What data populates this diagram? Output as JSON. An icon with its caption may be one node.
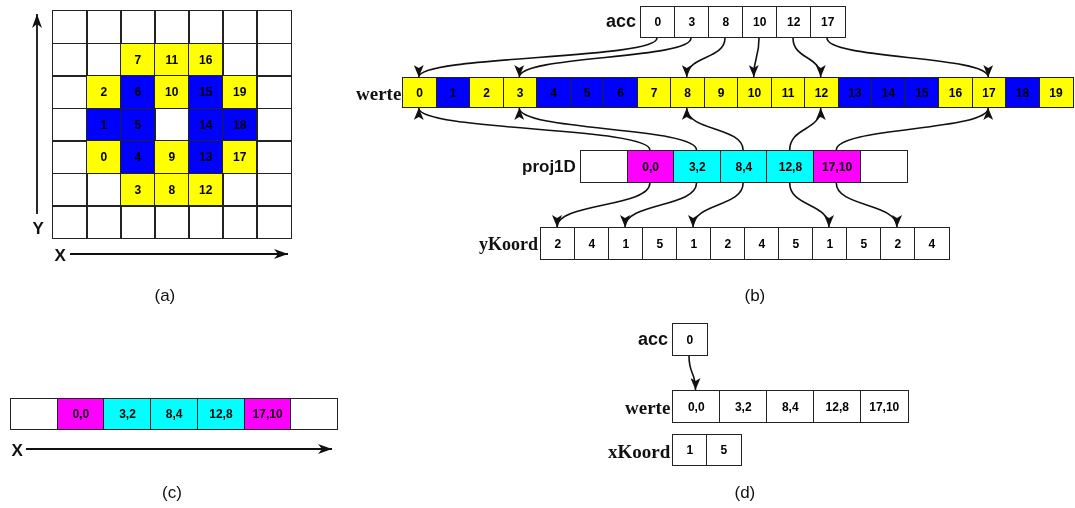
{
  "diagram": {
    "nodes": [
      {
        "text": [
          "0"
        ]
      },
      {
        "text": [
          "3"
        ]
      },
      {
        "text": [
          "8"
        ]
      },
      {
        "text": [
          "10"
        ]
      },
      {
        "text": [
          "12"
        ]
      },
      {
        "text": [
          "17"
        ]
      },
      {
        "text": [
          "0"
        ]
      },
      {
        "text": [
          "1"
        ]
      },
      {
        "text": [
          "2"
        ]
      },
      {
        "text": [
          "3"
        ]
      },
      {
        "text": [
          "4"
        ]
      },
      {
        "text": [
          "5"
        ]
      },
      {
        "text": [
          "6"
        ]
      },
      {
        "text": [
          "7"
        ]
      },
      {
        "text": [
          "8"
        ]
      },
      {
        "text": [
          "9"
        ]
      },
      {
        "text": [
          "10"
        ]
      },
      {
        "text": [
          "11"
        ]
      },
      {
        "text": [
          "12"
        ]
      },
      {
        "text": [
          "13"
        ]
      },
      {
        "text": [
          "14"
        ]
      },
      {
        "text": [
          "15"
        ]
      },
      {
        "text": [
          "16"
        ]
      },
      {
        "text": [
          "17"
        ]
      },
      {
        "text": [
          "18"
        ]
      },
      {
        "text": [
          "19"
        ]
      },
      {
        "text": [],
        "shape": "box"
      },
      {
        "text": [
          "0,0"
        ]
      },
      {
        "text": [
          "3,2"
        ]
      },
      {
        "text": [
          "8,4"
        ]
      },
      {
        "text": [
          "12,8"
        ]
      },
      {
        "text": [
          "17,10"
        ]
      },
      {
        "text": [],
        "shape": "box"
      },
      {
        "text": [
          "2"
        ]
      },
      {
        "text": [
          "4"
        ]
      },
      {
        "text": [
          "1"
        ]
      },
      {
        "text": [
          "5"
        ]
      },
      {
        "text": [
          "1"
        ]
      },
      {
        "text": [
          "2"
        ]
      },
      {
        "text": [
          "4"
        ]
      },
      {
        "text": [
          "5"
        ]
      },
      {
        "text": [
          "1"
        ]
      },
      {
        "text": [
          "5"
        ]
      },
      {
        "text": [
          "2"
        ]
      },
      {
        "text": [
          "4"
        ]
      },
      {
        "text": [],
        "shape": "box"
      },
      {
        "text": [
          "0,0"
        ]
      },
      {
        "text": [
          "3,2"
        ]
      },
      {
        "text": [
          "8,4"
        ]
      },
      {
        "text": [
          "12,8"
        ]
      },
      {
        "text": [
          "17,10"
        ]
      },
      {
        "text": [],
        "shape": "box"
      },
      {
        "text": [
          "0"
        ]
      },
      {
        "text": [
          "0,0"
        ]
      },
      {
        "text": [
          "3,2"
        ]
      },
      {
        "text": [
          "8,4"
        ]
      },
      {
        "text": [
          "12,8"
        ]
      },
      {
        "text": [
          "17,10"
        ]
      },
      {
        "text": [
          "1"
        ]
      },
      {
        "text": [
          "5"
        ]
      }
    ],
    "edges": [
      {
        "from": 0,
        "to": 6,
        "arrow": "to"
      },
      {
        "from": 1,
        "to": 9,
        "arrow": "to"
      },
      {
        "from": 2,
        "to": 14,
        "arrow": "to"
      },
      {
        "from": 3,
        "to": 16,
        "arrow": "to"
      },
      {
        "from": 4,
        "to": 18,
        "arrow": "to"
      },
      {
        "from": 5,
        "to": 23,
        "arrow": "to"
      },
      {
        "from": 27,
        "to": 6,
        "arrow": "to"
      },
      {
        "from": 28,
        "to": 9,
        "arrow": "to"
      },
      {
        "from": 29,
        "to": 14,
        "arrow": "to"
      },
      {
        "from": 30,
        "to": 18,
        "arrow": "to"
      },
      {
        "from": 31,
        "to": 23,
        "arrow": "to"
      },
      {
        "from": 27,
        "to": 33,
        "arrow": "to"
      },
      {
        "from": 28,
        "to": 35,
        "arrow": "to"
      },
      {
        "from": 29,
        "to": 37,
        "arrow": "to"
      },
      {
        "from": 30,
        "to": 41,
        "arrow": "to"
      },
      {
        "from": 31,
        "to": 43,
        "arrow": "to"
      },
      {
        "from": 52,
        "to": 53,
        "arrow": "to"
      }
    ],
    "labels": [
      "7",
      "11",
      "16",
      "2",
      "6",
      "10",
      "15",
      "19",
      "1",
      "5",
      "14",
      "18",
      "0",
      "4",
      "9",
      "13",
      "17",
      "3",
      "8",
      "12",
      "Y",
      "X",
      "(a)",
      "acc",
      "werte",
      "proj1D",
      "yKoord",
      "(b)",
      "X",
      "(c)",
      "acc",
      "werte",
      "xKoord",
      "(d)"
    ]
  }
}
